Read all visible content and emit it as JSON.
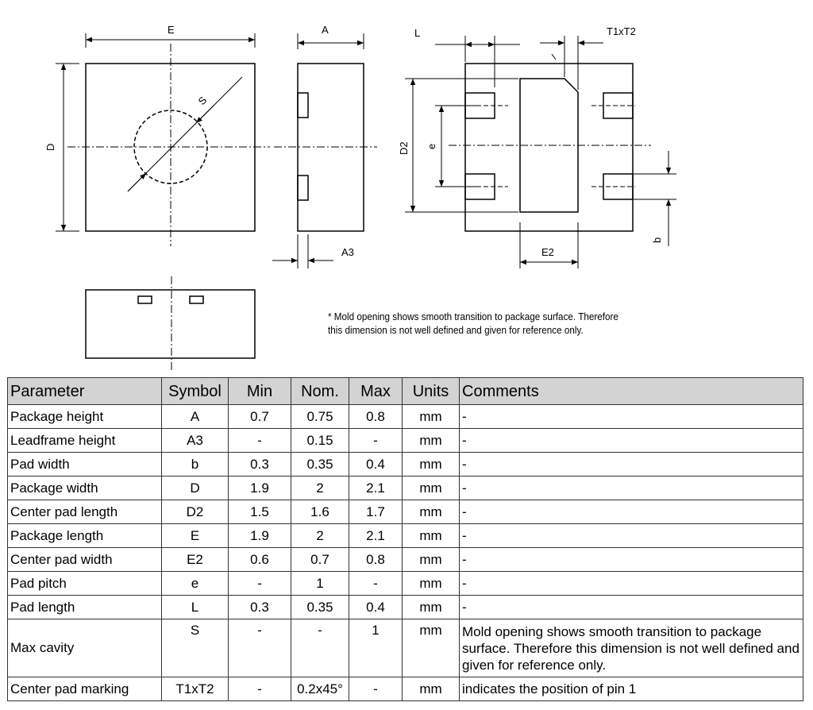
{
  "dimensions": {
    "E": "E",
    "A": "A",
    "D": "D",
    "S": "S",
    "A3": "A3",
    "L": "L",
    "T1xT2": "T1xT2",
    "D2": "D2",
    "e": "e",
    "E2": "E2",
    "b": "b"
  },
  "note": {
    "line1": "* Mold opening shows smooth transition to package surface. Therefore",
    "line2": "this dimension is not well defined and given for reference only."
  },
  "table": {
    "headers": [
      "Parameter",
      "Symbol",
      "Min",
      "Nom.",
      "Max",
      "Units",
      "Comments"
    ],
    "rows": [
      [
        "Package height",
        "A",
        "0.7",
        "0.75",
        "0.8",
        "mm",
        "-"
      ],
      [
        "Leadframe height",
        "A3",
        "-",
        "0.15",
        "-",
        "mm",
        "-"
      ],
      [
        "Pad width",
        "b",
        "0.3",
        "0.35",
        "0.4",
        "mm",
        "-"
      ],
      [
        "Package width",
        "D",
        "1.9",
        "2",
        "2.1",
        "mm",
        "-"
      ],
      [
        "Center pad length",
        "D2",
        "1.5",
        "1.6",
        "1.7",
        "mm",
        "-"
      ],
      [
        "Package length",
        "E",
        "1.9",
        "2",
        "2.1",
        "mm",
        "-"
      ],
      [
        "Center pad width",
        "E2",
        "0.6",
        "0.7",
        "0.8",
        "mm",
        "-"
      ],
      [
        "Pad pitch",
        "e",
        "-",
        "1",
        "-",
        "mm",
        "-"
      ],
      [
        "Pad length",
        "L",
        "0.3",
        "0.35",
        "0.4",
        "mm",
        "-"
      ],
      [
        "Max cavity",
        "S",
        "-",
        "-",
        "1",
        "mm",
        "Mold opening shows smooth transition to package surface. Therefore this dimension is not well defined and given for reference only."
      ],
      [
        "Center pad marking",
        "T1xT2",
        "-",
        "0.2x45°",
        "-",
        "mm",
        "indicates the position of pin 1"
      ]
    ]
  }
}
